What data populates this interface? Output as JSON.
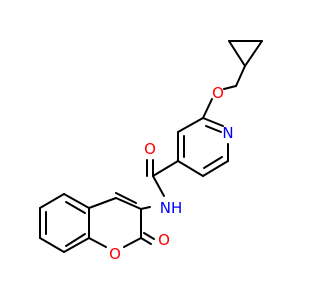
{
  "molecule": {
    "atoms": {
      "O_ether": {
        "label": "O",
        "color": "#ff0000"
      },
      "N_pyridine": {
        "label": "N",
        "color": "#0000ff"
      },
      "O_amide": {
        "label": "O",
        "color": "#ff0000"
      },
      "N_amide": {
        "label": "NH",
        "color": "#0000ff"
      },
      "O_ring": {
        "label": "O",
        "color": "#ff0000"
      },
      "O_carbonyl": {
        "label": "O",
        "color": "#ff0000"
      }
    }
  }
}
